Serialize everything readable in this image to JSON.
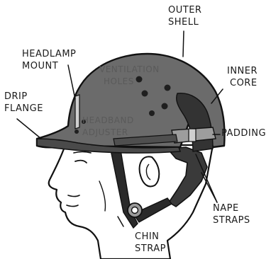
{
  "labels": {
    "outer_shell": [
      "OUTER",
      "SHELL"
    ],
    "headlamp_mount": [
      "HEADLAMP",
      "MOUNT"
    ],
    "ventilation_holes": [
      "VENTILATION",
      "HOLES"
    ],
    "inner_core": [
      "INNER",
      "CORE"
    ],
    "drip_flange": [
      "DRIP",
      "FLANGE"
    ],
    "headband_adjuster": [
      "HEADBAND",
      "ADJUSTER"
    ],
    "padding": [
      "PADDING"
    ],
    "nape_straps": [
      "NAPE",
      "STRAPS"
    ],
    "chin_strap": [
      "CHIN",
      "STRAP"
    ]
  },
  "colors": {
    "helmet": "#6b6b6b",
    "helmet_dark": "#3c3c3c",
    "strap": "#2a2a2a",
    "outline": "#111111",
    "skin": "#ffffff"
  }
}
